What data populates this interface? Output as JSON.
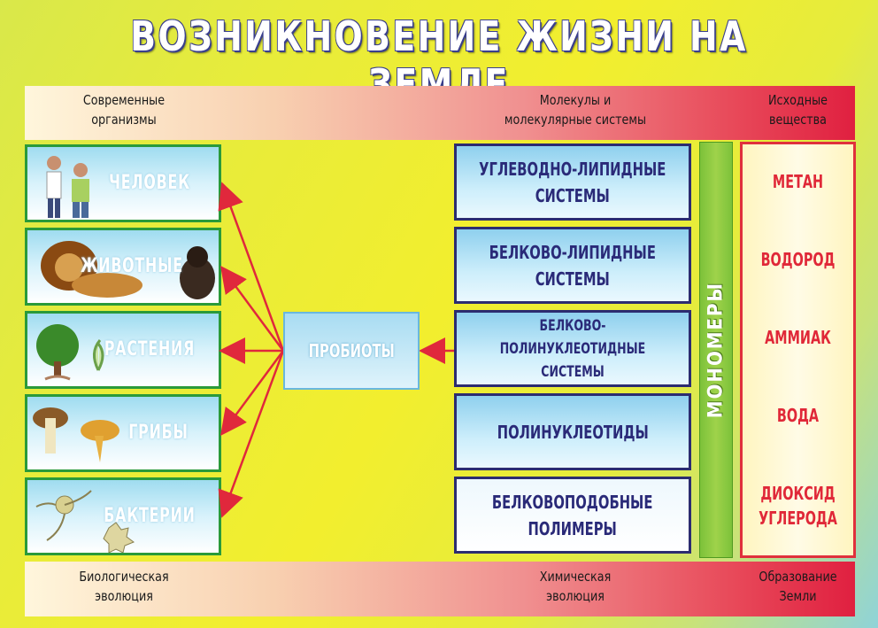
{
  "title": "ВОЗНИКНОВЕНИЕ ЖИЗНИ НА ЗЕМЛЕ",
  "top_band": {
    "left": [
      "Современные",
      "организмы"
    ],
    "middle": [
      "Молекулы и",
      "молекулярные системы"
    ],
    "right": [
      "Исходные",
      "вещества"
    ]
  },
  "bottom_band": {
    "left": [
      "Биологическая",
      "эволюция"
    ],
    "middle": [
      "Химическая",
      "эволюция"
    ],
    "right": [
      "Образование",
      "Земли"
    ]
  },
  "organisms": [
    {
      "label": "ЧЕЛОВЕК",
      "icon": "humans-icon"
    },
    {
      "label": "ЖИВОТНЫЕ",
      "icon": "lion-chimp-icon"
    },
    {
      "label": "РАСТЕНИЯ",
      "icon": "tree-plant-icon"
    },
    {
      "label": "ГРИБЫ",
      "icon": "mushrooms-icon"
    },
    {
      "label": "БАКТЕРИИ",
      "icon": "bacteria-icon"
    }
  ],
  "probionts": "ПРОБИОТЫ",
  "molecular_systems": [
    [
      "УГЛЕВОДНО-ЛИПИДНЫЕ",
      "СИСТЕМЫ"
    ],
    [
      "БЕЛКОВО-ЛИПИДНЫЕ",
      "СИСТЕМЫ"
    ],
    [
      "БЕЛКОВО-ПОЛИНУКЛЕОТИДНЫЕ",
      "СИСТЕМЫ"
    ],
    [
      "ПОЛИНУКЛЕОТИДЫ"
    ],
    [
      "БЕЛКОВОПОДОБНЫЕ",
      "ПОЛИМЕРЫ"
    ]
  ],
  "monomers": "МОНОМЕРЫ",
  "source_substances": [
    "МЕТАН",
    "ВОДОРОД",
    "АММИАК",
    "ВОДА",
    [
      "ДИОКСИД",
      "УГЛЕРОДА"
    ]
  ],
  "colors": {
    "arrow": "#e0283c",
    "organism_border": "#2a9a3a",
    "molecule_border": "#2c2c70",
    "source_border": "#e0303c"
  }
}
